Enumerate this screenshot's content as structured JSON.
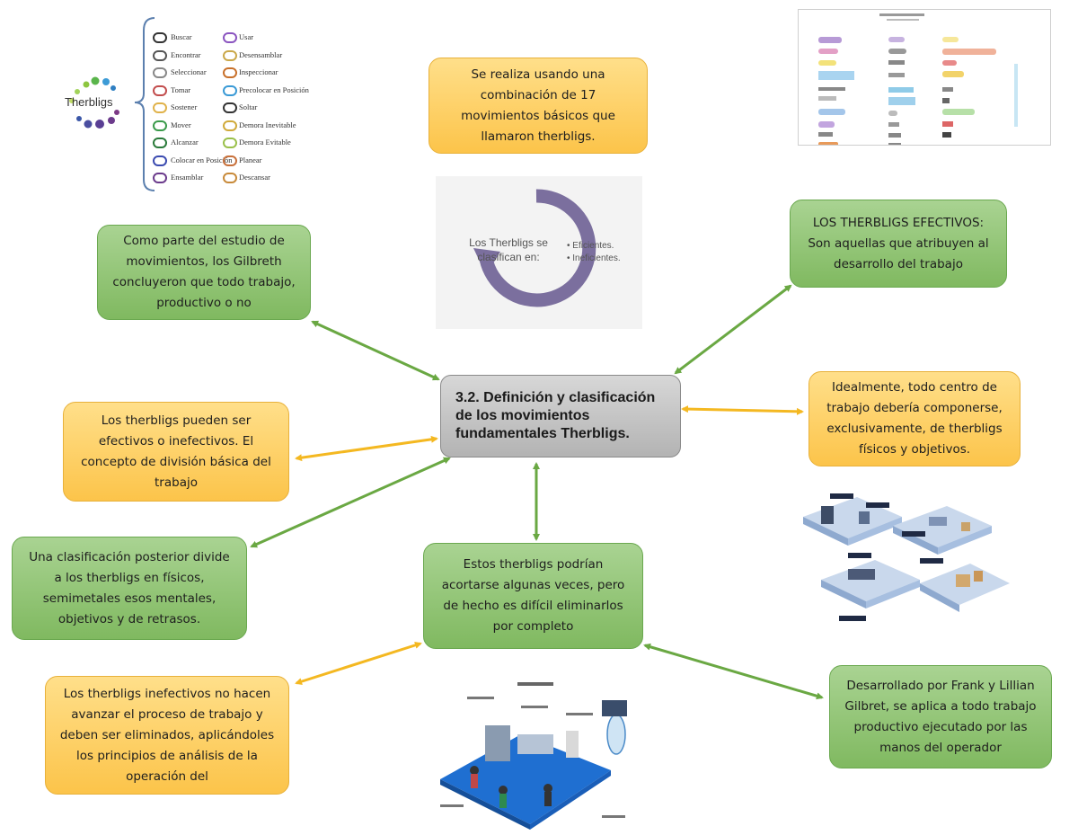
{
  "central": {
    "title": "3.2. Definición y clasificación de los movimientos fundamentales Therbligs."
  },
  "nodes": {
    "top_center": "Se realiza usando una combinación de 17 movimientos básicos que llamaron therbligs.",
    "left_1": "Como parte del estudio de movimientos, los Gilbreth concluyeron que todo trabajo, productivo o no",
    "left_2": "Los therbligs pueden ser efectivos o inefectivos. El concepto de división básica del trabajo",
    "left_3": "Una clasificación posterior divide a los therbligs en físicos, semimetales esos mentales, objetivos y de retrasos.",
    "left_4": "Los therbligs inefectivos no hacen avanzar el proceso de trabajo y deben ser eliminados, aplicándoles los principios de análisis de la operación del",
    "right_1": "LOS THERBLIGS EFECTIVOS: Son aquellas que atribuyen al desarrollo del trabajo",
    "right_2": "Idealmente, todo centro de trabajo debería componerse, exclusivamente, de therbligs físicos y objetivos.",
    "right_3": "Desarrollado por Frank y Lillian Gilbret, se aplica a todo trabajo productivo ejecutado por las manos del operador",
    "bottom_center": "Estos therbligs podrían acortarse algunas veces, pero de hecho es difícil eliminarlos por completo"
  },
  "therbligs_image": {
    "hub_label": "Therbligs",
    "col1": [
      "Buscar",
      "Encontrar",
      "Seleccionar",
      "Tomar",
      "Sostener",
      "Mover",
      "Alcanzar",
      "Colocar en Posición",
      "Ensamblar"
    ],
    "col2": [
      "Usar",
      "Desensamblar",
      "Inspeccionar",
      "Precolocar en Posición",
      "Soltar",
      "Demora Inevitable",
      "Demora Evitable",
      "Planear",
      "Descansar"
    ]
  },
  "cycle_image": {
    "center_text": "Los Therbligs se clasifican en:",
    "items": [
      "• Eficientes.",
      "• Ineficientes."
    ]
  },
  "colors": {
    "green_fill": "#8cc36e",
    "orange_fill": "#fdd365",
    "central_fill": "#c4c4c4",
    "green_arrow": "#6aa843",
    "orange_arrow": "#f4b821",
    "cycle": "#7b6f9e"
  }
}
